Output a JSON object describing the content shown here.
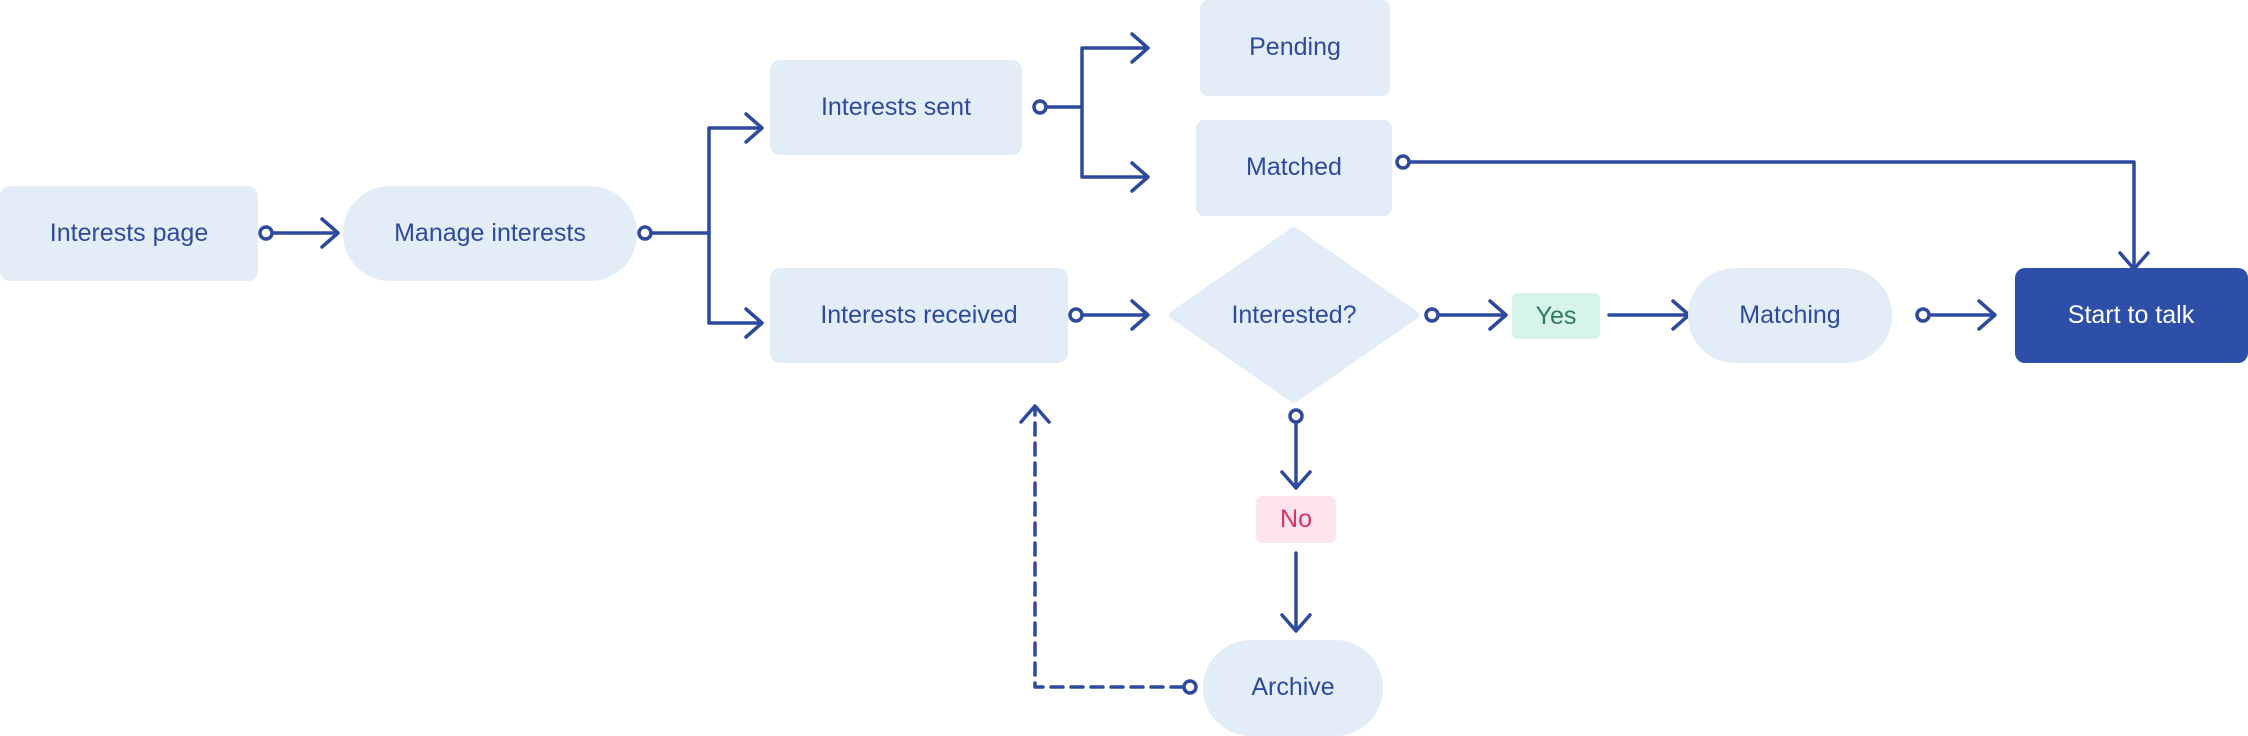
{
  "nodes": {
    "interests_page": "Interests page",
    "manage_interests": "Manage interests",
    "interests_sent": "Interests sent",
    "interests_received": "Interests received",
    "pending": "Pending",
    "matched": "Matched",
    "interested": "Interested?",
    "matching": "Matching",
    "start_to_talk": "Start to talk",
    "archive": "Archive"
  },
  "labels": {
    "yes": "Yes",
    "no": "No"
  },
  "colors": {
    "node_fill": "#e3edf8",
    "node_text": "#2e4a9e",
    "terminal_fill": "#2e4fa8",
    "connector": "#2e4a9e",
    "yes_fill": "#d6f4ec",
    "yes_text": "#2f7a63",
    "no_fill": "#fde3ec",
    "no_text": "#d8326b"
  }
}
